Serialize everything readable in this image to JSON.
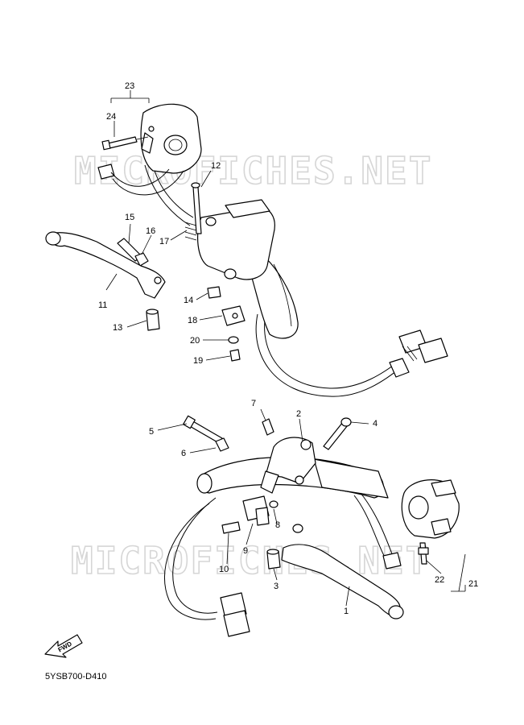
{
  "watermark": "MICROFICHES.NET",
  "fwd_label": "FWD",
  "reference_code": "5YSB700-D410",
  "callouts": {
    "c1": "1",
    "c2": "2",
    "c3": "3",
    "c4": "4",
    "c5": "5",
    "c6": "6",
    "c7": "7",
    "c8": "8",
    "c9": "9",
    "c10": "10",
    "c11": "11",
    "c12": "12",
    "c13": "13",
    "c14": "14",
    "c15": "15",
    "c16": "16",
    "c17": "17",
    "c18": "18",
    "c19": "19",
    "c20": "20",
    "c21": "21",
    "c22": "22",
    "c23": "23",
    "c24": "24"
  }
}
